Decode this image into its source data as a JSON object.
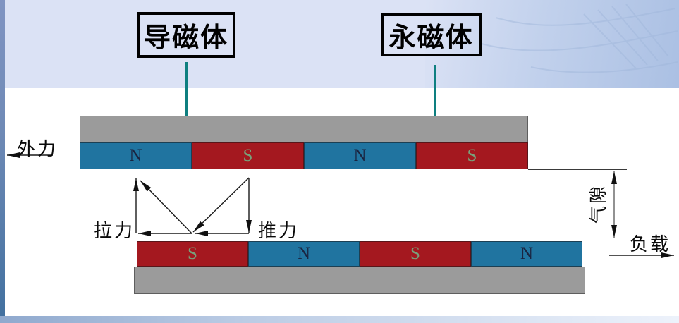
{
  "theme": {
    "band": "#DBE2F5",
    "content": "#FFFFFF",
    "strip-top": "#8094C2",
    "strip-bottom": "#41709F",
    "bottom-left": "#8FA9CE",
    "bottom-right": "#EDF2FB",
    "teal": "#0E7F80",
    "plate-gray": "#9B9B9B",
    "plate-border": "#5E5E5E",
    "magnet-blue": "#2074A0",
    "magnet-red": "#A4181F",
    "pole-n": "#1A2440",
    "pole-s": "#79A07A"
  },
  "callouts": [
    {
      "label": "导磁体"
    },
    {
      "label": "永磁体"
    }
  ],
  "upper_magnets": [
    {
      "pole": "N"
    },
    {
      "pole": "S"
    },
    {
      "pole": "N"
    },
    {
      "pole": "S"
    }
  ],
  "lower_magnets": [
    {
      "pole": "S"
    },
    {
      "pole": "N"
    },
    {
      "pole": "S"
    },
    {
      "pole": "N"
    }
  ],
  "labels": {
    "external_force": "外力",
    "pull_force": "拉力",
    "push_force": "推力",
    "air_gap": "气隙",
    "load": "负载"
  }
}
